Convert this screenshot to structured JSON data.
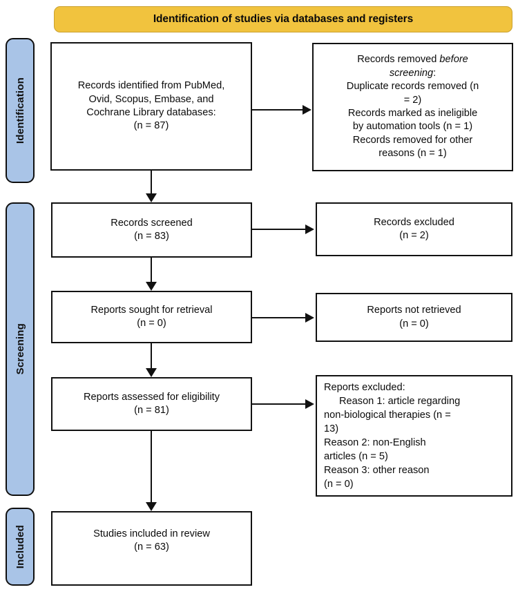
{
  "banner": {
    "title": "Identification of studies via databases and registers",
    "bg_color": "#F1C33E"
  },
  "stages": {
    "pill_color": "#A9C4E7",
    "identification": "Identification",
    "screening": "Screening",
    "included": "Included"
  },
  "boxes": {
    "identified": {
      "line1": "Records identified from PubMed,",
      "line2": "Ovid, Scopus, Embase, and",
      "line3": "Cochrane Library databases:",
      "line4": "(n = 87)"
    },
    "removed": {
      "line1_a": "Records removed ",
      "line1_em": "before",
      "line2_em": "screening",
      "line2_b": ":",
      "line3": "Duplicate records removed (n",
      "line4": "= 2)",
      "line5": "Records marked as ineligible",
      "line6": "by automation tools (n = 1)",
      "line7": "Records removed for other",
      "line8": "reasons (n = 1)"
    },
    "screened": {
      "line1": "Records screened",
      "line2": "(n = 83)"
    },
    "excluded": {
      "line1": "Records excluded",
      "line2": "(n = 2)"
    },
    "sought": {
      "line1": "Reports sought for retrieval",
      "line2": "(n = 0)"
    },
    "not_retrieved": {
      "line1": "Reports not retrieved",
      "line2": "(n = 0)"
    },
    "assessed": {
      "line1": "Reports assessed for eligibility",
      "line2": "(n = 81)"
    },
    "reports_excluded": {
      "line1": "Reports excluded:",
      "line2": "Reason 1: article regarding",
      "line3": "non-biological therapies (n =",
      "line4": "13)",
      "line5": "Reason 2: non-English",
      "line6": "articles (n = 5)",
      "line7": "Reason 3: other reason",
      "line8": "(n = 0)"
    },
    "included": {
      "line1": "Studies included in review",
      "line2": "(n = 63)"
    }
  },
  "chart_data": {
    "type": "diagram",
    "title": "PRISMA 2020 flow diagram",
    "subtitle": "Identification of studies via databases and registers",
    "stages": [
      "Identification",
      "Screening",
      "Included"
    ],
    "nodes": [
      {
        "id": "identified",
        "stage": "Identification",
        "label": "Records identified from PubMed, Ovid, Scopus, Embase, and Cochrane Library databases",
        "n": 87
      },
      {
        "id": "removed_before_screening",
        "stage": "Identification",
        "label": "Records removed before screening",
        "children": [
          {
            "label": "Duplicate records removed",
            "n": 2
          },
          {
            "label": "Records marked as ineligible by automation tools",
            "n": 1
          },
          {
            "label": "Records removed for other reasons",
            "n": 1
          }
        ]
      },
      {
        "id": "screened",
        "stage": "Screening",
        "label": "Records screened",
        "n": 83
      },
      {
        "id": "excluded",
        "stage": "Screening",
        "label": "Records excluded",
        "n": 2
      },
      {
        "id": "sought",
        "stage": "Screening",
        "label": "Reports sought for retrieval",
        "n": 0
      },
      {
        "id": "not_retrieved",
        "stage": "Screening",
        "label": "Reports not retrieved",
        "n": 0
      },
      {
        "id": "assessed",
        "stage": "Screening",
        "label": "Reports assessed for eligibility",
        "n": 81
      },
      {
        "id": "reports_excluded",
        "stage": "Screening",
        "label": "Reports excluded",
        "children": [
          {
            "label": "Reason 1: article regarding non-biological therapies",
            "n": 13
          },
          {
            "label": "Reason 2: non-English articles",
            "n": 5
          },
          {
            "label": "Reason 3: other reason",
            "n": 0
          }
        ]
      },
      {
        "id": "included",
        "stage": "Included",
        "label": "Studies included in review",
        "n": 63
      }
    ],
    "edges": [
      {
        "from": "identified",
        "to": "removed_before_screening",
        "direction": "right"
      },
      {
        "from": "identified",
        "to": "screened",
        "direction": "down"
      },
      {
        "from": "screened",
        "to": "excluded",
        "direction": "right"
      },
      {
        "from": "screened",
        "to": "sought",
        "direction": "down"
      },
      {
        "from": "sought",
        "to": "not_retrieved",
        "direction": "right"
      },
      {
        "from": "sought",
        "to": "assessed",
        "direction": "down"
      },
      {
        "from": "assessed",
        "to": "reports_excluded",
        "direction": "right"
      },
      {
        "from": "assessed",
        "to": "included",
        "direction": "down"
      }
    ]
  }
}
